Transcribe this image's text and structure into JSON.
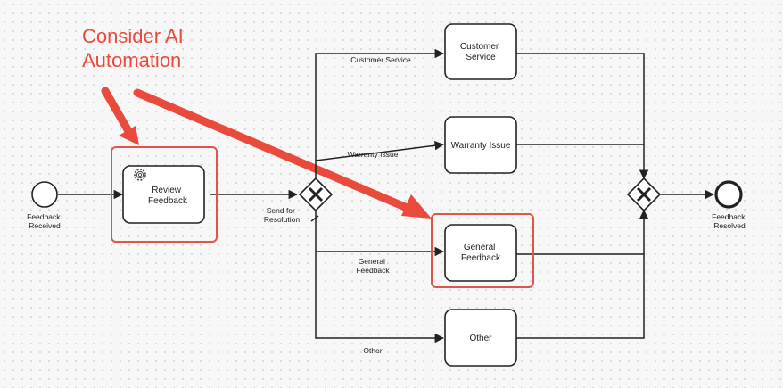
{
  "annotation": {
    "lines": [
      "Consider AI",
      "Automation"
    ],
    "color": "#ea4a3b"
  },
  "events": {
    "start": {
      "label": [
        "Feedback",
        "Received"
      ]
    },
    "end": {
      "label": [
        "Feedback",
        "Resolved"
      ]
    }
  },
  "tasks": {
    "review": {
      "label": [
        "Review",
        "Feedback"
      ],
      "icon": "gear-icon"
    },
    "customer_service": {
      "label": [
        "Customer",
        "Service"
      ]
    },
    "warranty_issue": {
      "label": [
        "Warranty Issue"
      ]
    },
    "general_feedback": {
      "label": [
        "General",
        "Feedback"
      ]
    },
    "other": {
      "label": [
        "Other"
      ]
    }
  },
  "gateways": {
    "split": {
      "type": "exclusive",
      "icon": "x-icon"
    },
    "merge": {
      "type": "exclusive",
      "icon": "x-icon"
    }
  },
  "flows": {
    "send_for_resolution": [
      "Send for",
      "Resolution"
    ],
    "customer_service": [
      "Customer Service"
    ],
    "warranty_issue": [
      "Warranty Issue"
    ],
    "general_feedback": [
      "General",
      "Feedback"
    ],
    "other": [
      "Other"
    ]
  },
  "highlight_color": "#e0544a"
}
